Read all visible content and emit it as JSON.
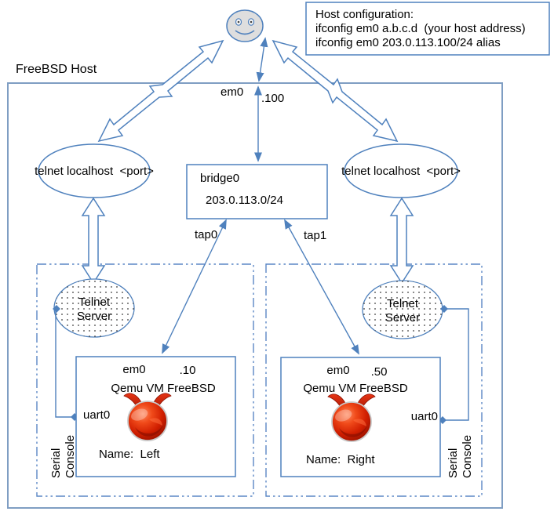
{
  "colors": {
    "line": "#4f81bd",
    "outer_border": "#7f9ec3",
    "text": "#000000",
    "logo_red": "#d01e00",
    "smiley_fill": "#dedede"
  },
  "annotation": {
    "title": "Host configuration:",
    "line2": "ifconfig em0 a.b.c.d  (your host address)",
    "line3": "ifconfig em0 203.0.113.100/24 alias"
  },
  "host": {
    "label": "FreeBSD Host",
    "nic": {
      "name": "em0",
      "alias_ip": ".100"
    },
    "bridge": {
      "name": "bridge0",
      "subnet": "203.0.113.0/24"
    },
    "taps": {
      "left": "tap0",
      "right": "tap1"
    },
    "telnet_clients": {
      "left": "telnet localhost  <port>",
      "right": "telnet localhost  <port>"
    }
  },
  "vms": {
    "left": {
      "telnet_server": [
        "Telnet",
        "Server"
      ],
      "nic": "em0",
      "ip": ".10",
      "os": "Qemu VM FreeBSD",
      "uart": "uart0",
      "name": "Name:  Left",
      "serial": [
        "Serial",
        "Console"
      ]
    },
    "right": {
      "telnet_server": [
        "Telnet",
        "Server"
      ],
      "nic": "em0",
      "ip": ".50",
      "os": "Qemu VM FreeBSD",
      "uart": "uart0",
      "name": "Name:  Right",
      "serial": [
        "Serial",
        "Console"
      ]
    }
  }
}
